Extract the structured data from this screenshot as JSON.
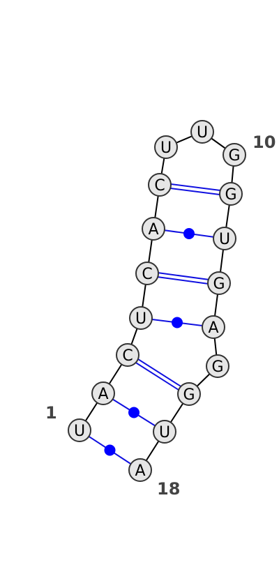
{
  "sequence": [
    "U",
    "A",
    "C",
    "U",
    "C",
    "A",
    "C",
    "U",
    "U",
    "G",
    "G",
    "U",
    "G",
    "A",
    "G",
    "G",
    "U",
    "A"
  ],
  "position_labels": {
    "start": "1",
    "mid": "10",
    "end": "18"
  },
  "pairs": [
    {
      "i": 1,
      "j": 18,
      "type": "wobble"
    },
    {
      "i": 2,
      "j": 17,
      "type": "wobble"
    },
    {
      "i": 3,
      "j": 16,
      "type": "canonical"
    },
    {
      "i": 4,
      "j": 14,
      "type": "wobble"
    },
    {
      "i": 5,
      "j": 13,
      "type": "canonical"
    },
    {
      "i": 6,
      "j": 12,
      "type": "wobble"
    },
    {
      "i": 7,
      "j": 11,
      "type": "canonical"
    }
  ],
  "colors": {
    "pair": "#1010e0",
    "dot": "#0000ff",
    "circle_fill": "#e6e6e6",
    "label": "#444444"
  }
}
